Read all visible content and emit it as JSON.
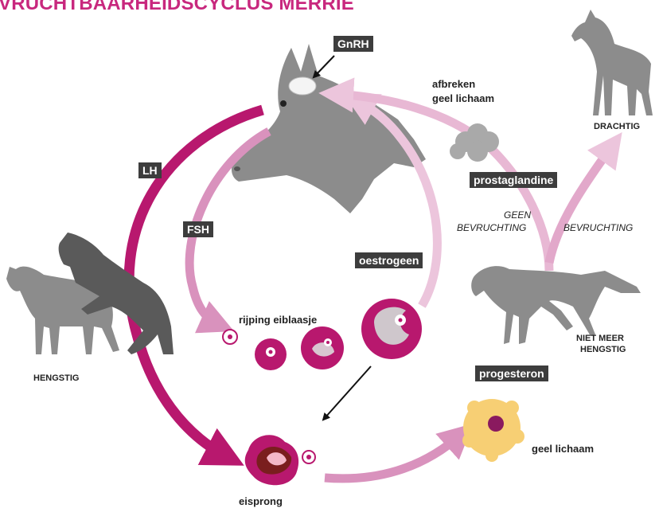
{
  "title": "VRUCHTBAARHEIDSCYCLUS MERRIE",
  "hormones": {
    "gnrh": "GnRH",
    "lh": "LH",
    "fsh": "FSH",
    "oestrogeen": "oestrogeen",
    "prostaglandine": "prostaglandine",
    "progesteron": "progesteron"
  },
  "stages": {
    "afbreken_line1": "afbreken",
    "afbreken_line2": "geel lichaam",
    "rijping": "rijping eiblaasje",
    "eisprong": "eisprong",
    "geel_lichaam": "geel lichaam"
  },
  "states": {
    "hengstig": "HENGSTIG",
    "drachtig": "DRACHTIG",
    "niet_meer_line1": "NIET MEER",
    "niet_meer_line2": "HENGSTIG",
    "geen_line1": "GEEN",
    "geen_line2": "BEVRUCHTING",
    "bevruchting": "BEVRUCHTING"
  },
  "colors": {
    "title": "#c8287e",
    "magenta": "#b8186e",
    "medium_pink": "#d992bd",
    "light_pink": "#ecc5dc",
    "horse_gray": "#8c8c8c",
    "horse_dark": "#5a5a5a",
    "label_bg": "#3d3d3d",
    "corpus_luteum": "#f7cf74"
  }
}
